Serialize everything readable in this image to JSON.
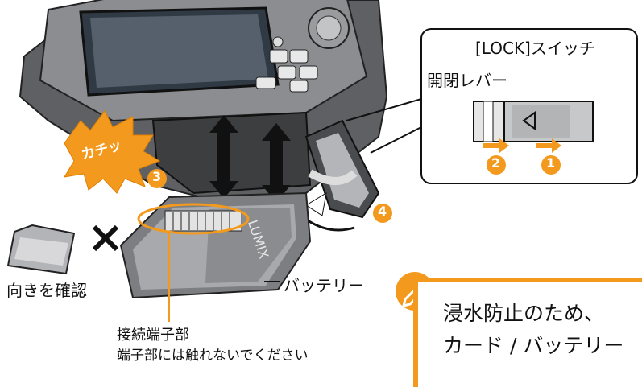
{
  "labels": {
    "lock_switch": "[LOCK]スイッチ",
    "open_lever": "開閉レバー",
    "click_sound": "カチッ",
    "check_orientation": "向きを確認",
    "battery": "バッテリー",
    "terminal": "接続端子部",
    "terminal_warning": "端子部には触れないでください",
    "lumix": "LUMIX"
  },
  "steps": {
    "s1": "1",
    "s2": "2",
    "s3": "3",
    "s4": "4"
  },
  "note": {
    "line1": "浸水防止のため、",
    "line2": "カード / バッテリー"
  },
  "colors": {
    "accent_orange": "#f39a1e",
    "camera_body": "#6e6f71",
    "text": "#111111"
  },
  "icons": [
    "pencil-icon",
    "cross-mark-icon",
    "double-arrow-icon",
    "sd-card-icon"
  ]
}
